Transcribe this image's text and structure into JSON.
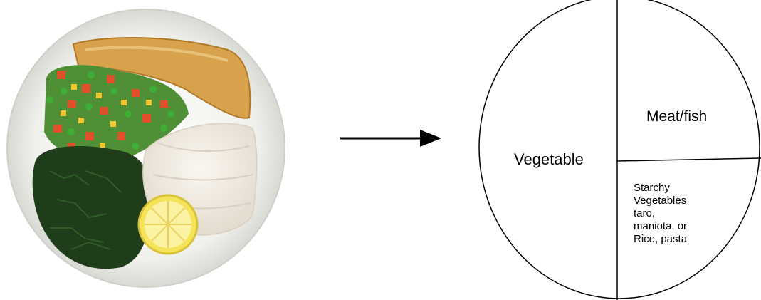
{
  "photo": {
    "icon": "plate-of-food-photo",
    "colors": {
      "plate": "#f2f2ef",
      "greens": "#1f3d1a",
      "peas": "#3c9b33",
      "carrot": "#e0502a",
      "corn": "#f2c62c",
      "plantain": "#d7a24b",
      "fish": "#efe8dd",
      "lemon": "#f5e45a"
    }
  },
  "arrow": {
    "icon": "right-arrow-icon"
  },
  "diagram": {
    "sections": {
      "vegetable": "Vegetable",
      "meat": "Meat/fish",
      "starch_lines": [
        "Starchy",
        "Vegetables",
        "taro,",
        "maniota, or",
        "Rice, pasta"
      ]
    }
  }
}
